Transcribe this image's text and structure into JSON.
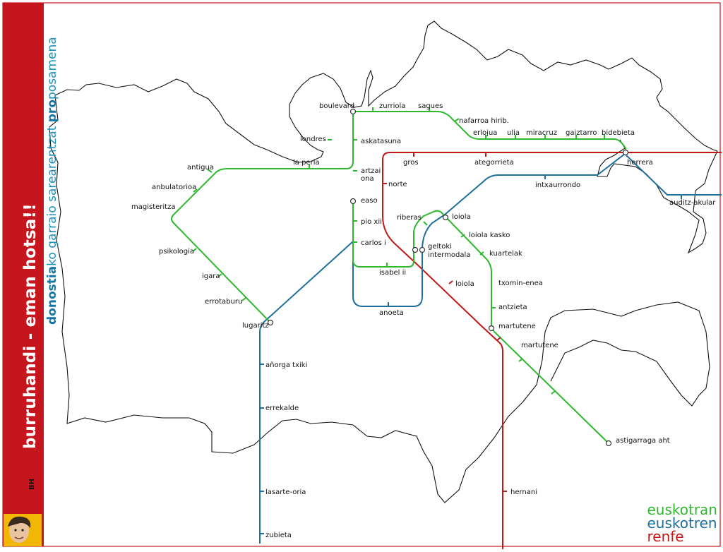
{
  "brand": {
    "logo_text": "BH",
    "slogan": "burruhandi - eman hotsa!!",
    "tagline_city": "donostia",
    "tagline_middle": "ko garraio sarearentzat ",
    "tagline_pro": "pro",
    "tagline_end": "posamena"
  },
  "legend": [
    {
      "label": "euskotran",
      "color": "#2eb82e"
    },
    {
      "label": "euskotren",
      "color": "#1f6f9c"
    },
    {
      "label": "renfe",
      "color": "#c01818"
    }
  ],
  "colors": {
    "frame": "#c4161c",
    "coast": "#111111"
  },
  "stations": {
    "boulevard": "boulevard",
    "zurriola": "zurriola",
    "sagues": "sagues",
    "nafarroa": "nafarroa hirib.",
    "erlojua": "erlojua",
    "ulia": "ulia",
    "miracruz": "miracruz",
    "gaiztarro": "gaiztarro",
    "bidebieta": "bidebieta",
    "herrera": "herrera",
    "londres": "londres",
    "askatasuna": "askatasuna",
    "la_perla": "la perla",
    "antigua": "antigua",
    "gros": "gros",
    "ategorrieta": "ategorrieta",
    "artzai_1": "artzai",
    "artzai_2": "ona",
    "anbulatorioa": "anbulatorioa",
    "norte": "norte",
    "intxaurrondo": "intxaurrondo",
    "magisteritza": "magisteritza",
    "easo": "easo",
    "auditz_akular": "auditz-akular",
    "riberas": "riberas",
    "loiola": "loiola",
    "pio_xii": "pio xii",
    "loiola_kasko": "loiola kasko",
    "carlos_i": "carlos i",
    "geltoki_1": "geltoki",
    "geltoki_2": "intermodala",
    "psikologia": "psikologia",
    "kuartelak": "kuartelak",
    "isabel_ii": "isabel ii",
    "igara": "igara",
    "loiola_renfe": "loiola",
    "txomin_enea": "txomin-enea",
    "errotaburu": "errotaburu",
    "anoeta": "anoeta",
    "antzieta": "antzieta",
    "lugaritz": "lugaritz",
    "martutene": "martutene",
    "martutene_renfe": "martutene",
    "anorga_txiki": "añorga txiki",
    "errekalde": "errekalde",
    "astigarraga_aht": "astigarraga aht",
    "lasarte_oria": "lasarte-oria",
    "hernani": "hernani",
    "zubieta": "zubieta"
  }
}
